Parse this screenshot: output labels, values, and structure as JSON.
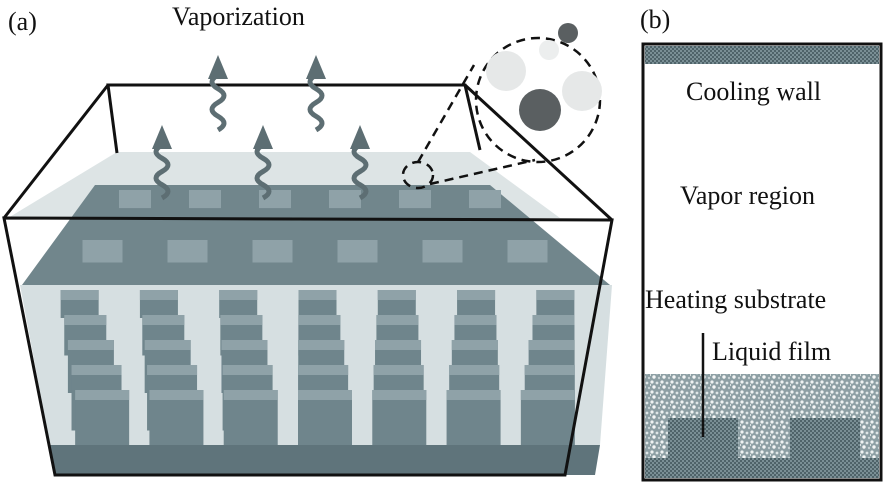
{
  "panel_a": {
    "label": "(a)",
    "title": "Vaporization",
    "arrows_count": 5,
    "pillar_rows": 5,
    "colors": {
      "pillar": "#6f858c",
      "pillar_light": "#8fa2a8",
      "substrate": "#5f747b",
      "liquid": "#d9e2e4",
      "frame": "#111111",
      "arrow": "#5d6e73",
      "molecule_o": "#5a5f61",
      "molecule_h": "#e8eaea"
    }
  },
  "panel_b": {
    "label": "(b)",
    "labels": {
      "cooling_wall": "Cooling wall",
      "vapor_region": "Vapor region",
      "heating_substrate": "Heating substrate",
      "liquid_film": "Liquid film"
    },
    "colors": {
      "wall": "#6c8188",
      "liquid": "#b9c6c9",
      "frame": "#111111"
    }
  }
}
